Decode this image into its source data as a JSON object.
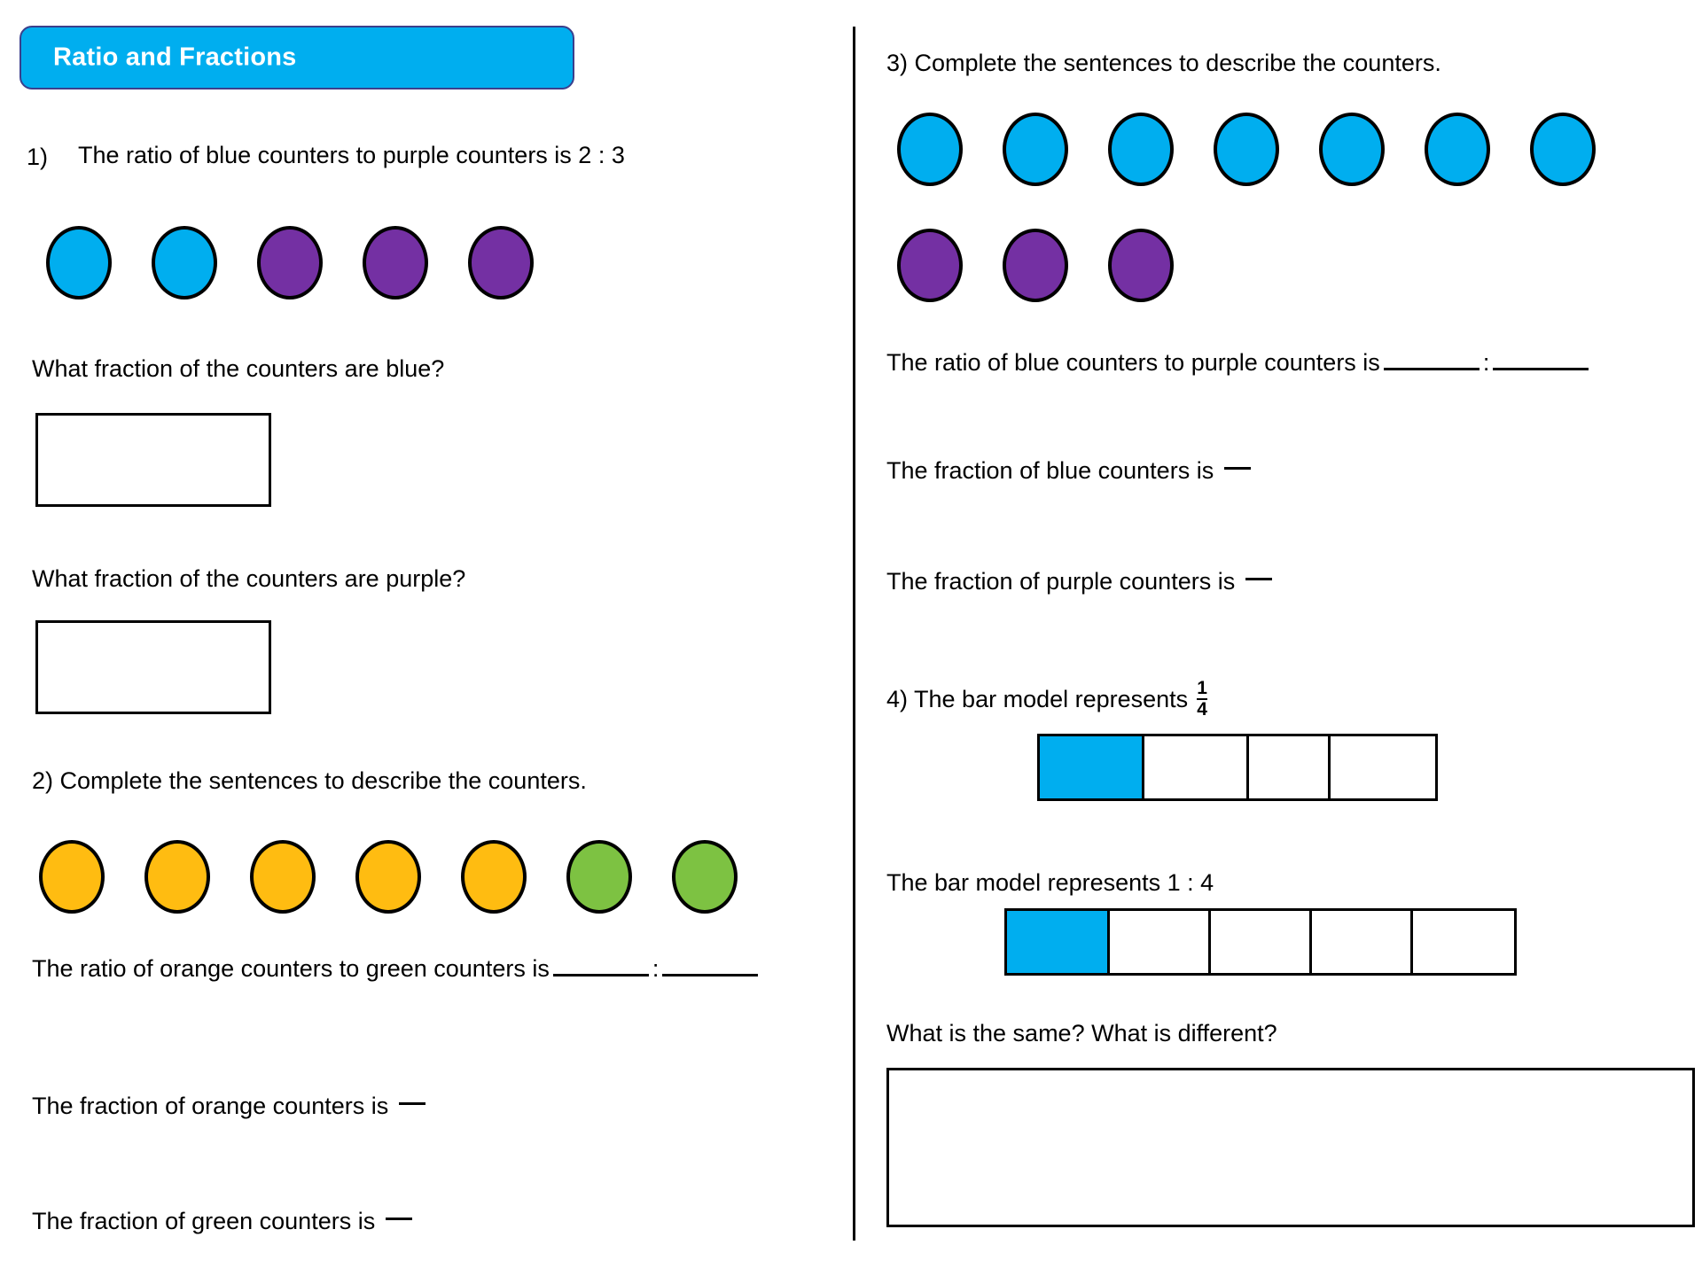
{
  "title": {
    "text": "Ratio and Fractions",
    "bg_color": "#00AEEF",
    "text_color": "#FFFFFF",
    "border_color": "#3B3F8C"
  },
  "colors": {
    "blue": "#00AEEF",
    "purple": "#7430A3",
    "orange": "#FFBC11",
    "green": "#7DC242"
  },
  "left_column": {
    "q1": {
      "number": "1)",
      "statement": "The ratio of blue counters to purple counters is 2 : 3",
      "counters": [
        "blue",
        "blue",
        "purple",
        "purple",
        "purple"
      ],
      "sub_question_1": "What fraction of the counters are blue?",
      "sub_question_2": "What fraction of the counters are purple?"
    },
    "q2": {
      "number": "2)",
      "prompt": "2) Complete the sentences to describe the counters.",
      "counters": [
        "orange",
        "orange",
        "orange",
        "orange",
        "orange",
        "green",
        "green"
      ],
      "sentence_ratio_pre": "The ratio of orange counters to green counters is",
      "sentence_ratio_sep": ":",
      "sentence_fraction_orange": "The fraction of orange counters is",
      "sentence_fraction_green": "The fraction of green counters is"
    }
  },
  "right_column": {
    "q3": {
      "prompt": "3) Complete the sentences to describe the counters.",
      "counters_row1": [
        "blue",
        "blue",
        "blue",
        "blue",
        "blue",
        "blue",
        "blue"
      ],
      "counters_row2": [
        "purple",
        "purple",
        "purple"
      ],
      "sentence_ratio_pre": "The ratio of blue counters to purple counters is",
      "sentence_ratio_sep": ":",
      "sentence_fraction_blue": "The fraction of blue counters is",
      "sentence_fraction_purple": "The fraction of purple counters is"
    },
    "q4": {
      "prompt_pre": "4) The bar model represents",
      "fraction_numerator": "1",
      "fraction_denominator": "4",
      "bar_model_1": {
        "cells": 4,
        "filled": 1
      },
      "statement_ratio": "The bar model represents 1 : 4",
      "bar_model_2": {
        "cells": 5,
        "filled": 1
      },
      "discussion": "What is the same? What is different?"
    }
  }
}
